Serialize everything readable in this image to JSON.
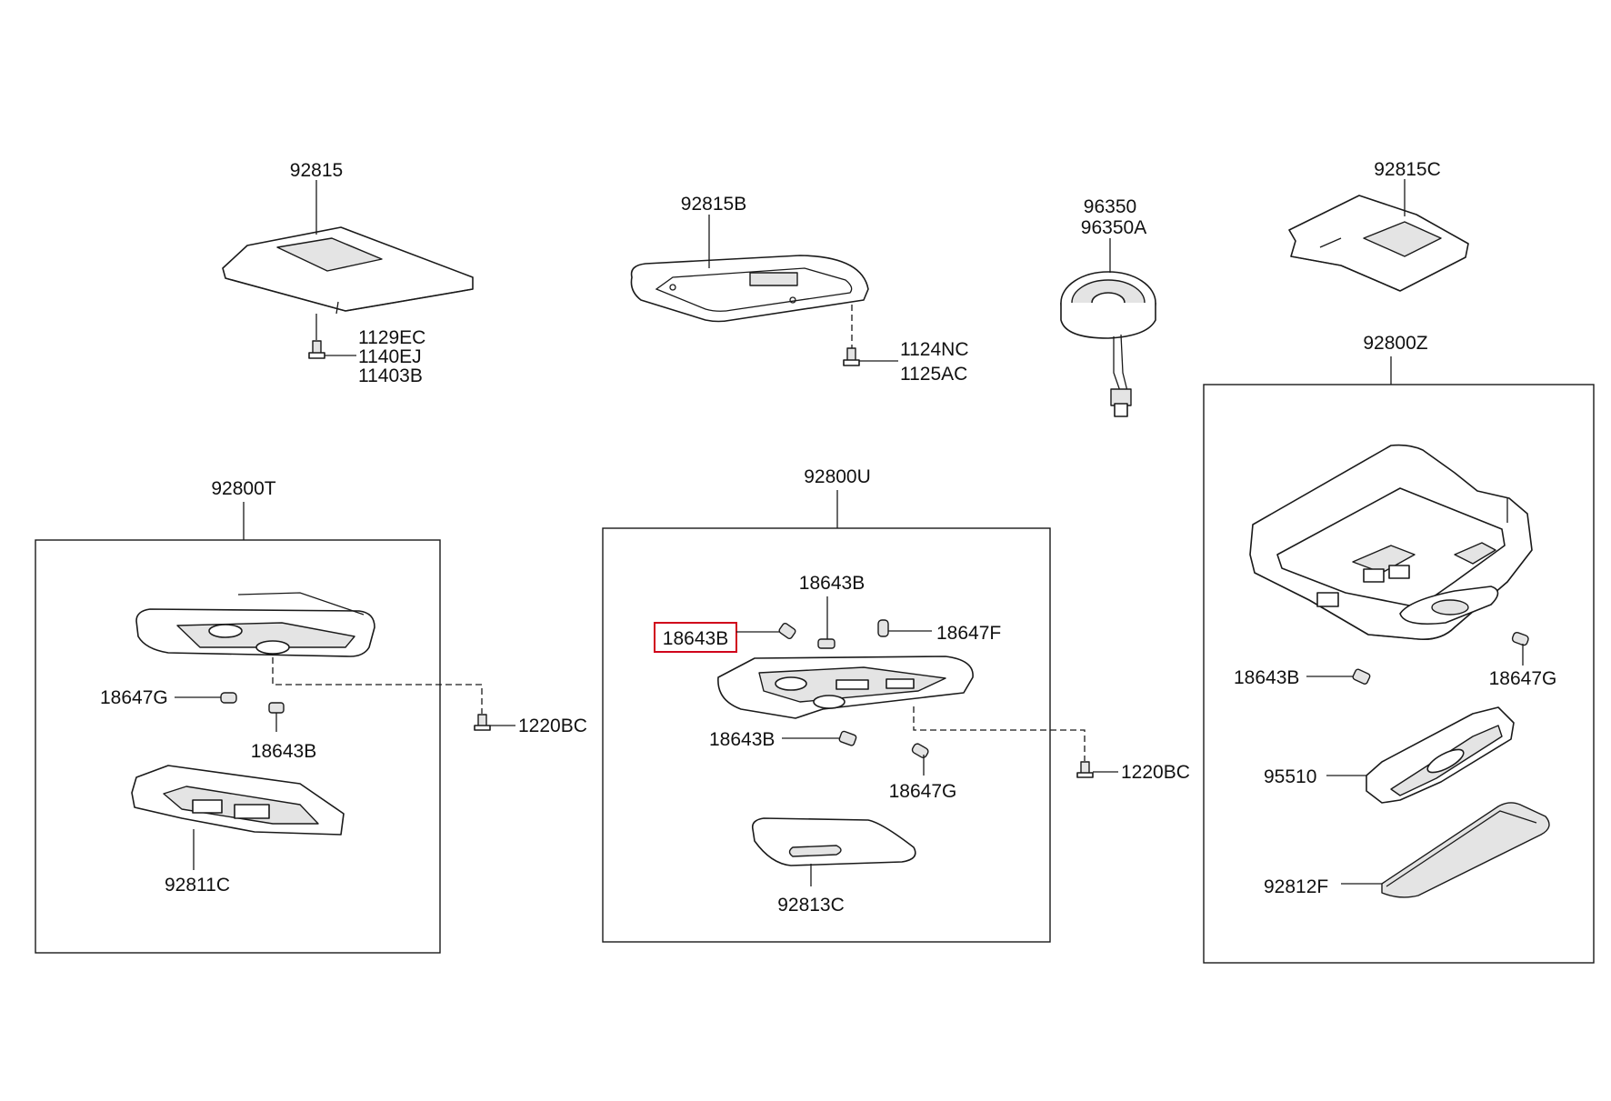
{
  "labels": {
    "p92815": "92815",
    "p92815B": "92815B",
    "p96350": "96350",
    "p96350A": "96350A",
    "p92815C": "92815C",
    "p1129EC": "1129EC",
    "p1140EJ": "1140EJ",
    "p11403B": "11403B",
    "p1124NC": "1124NC",
    "p1125AC": "1125AC",
    "p92800Z": "92800Z",
    "p92800T": "92800T",
    "p92800U": "92800U",
    "left_18647G": "18647G",
    "left_18643B": "18643B",
    "left_1220BC": "1220BC",
    "left_92811C": "92811C",
    "mid_18643B_top": "18643B",
    "mid_18643B_highlighted": "18643B",
    "mid_18647F": "18647F",
    "mid_18643B_lower": "18643B",
    "mid_18647G": "18647G",
    "mid_1220BC": "1220BC",
    "mid_92813C": "92813C",
    "right_18643B": "18643B",
    "right_18647G": "18647G",
    "right_95510": "95510",
    "right_92812F": "92812F"
  },
  "highlight": {
    "part": "18643B",
    "color": "#d0021b"
  }
}
